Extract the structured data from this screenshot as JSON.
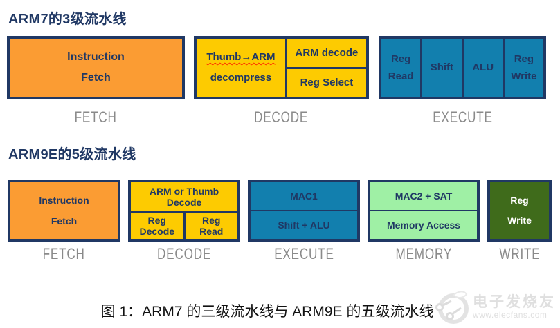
{
  "colors": {
    "navy_border_text": "#203864",
    "orange_fetch": "#FB9C33",
    "yellow_decode": "#FDCB01",
    "blue_execute": "#127FAE",
    "light_green_memory": "#9FF0A5",
    "dark_green_write": "#3F6B1B",
    "stage_label_gray": "#8A8A8A",
    "squiggle_red": "#FF2D00"
  },
  "arm7": {
    "title": "ARM7的3级流水线",
    "fetch": {
      "text": "Instruction\nFetch",
      "stage_label": "FETCH"
    },
    "decode": {
      "thumb_arm": "Thumb→ARM",
      "decompress": "decompress",
      "arm_decode": "ARM decode",
      "reg_select": "Reg Select",
      "stage_label": "DECODE"
    },
    "execute": {
      "cells": [
        "Reg\nRead",
        "Shift",
        "ALU",
        "Reg\nWrite"
      ],
      "stage_label": "EXECUTE"
    }
  },
  "arm9e": {
    "title": "ARM9E的5级流水线",
    "fetch": {
      "text": "Instruction\nFetch",
      "stage_label": "FETCH"
    },
    "decode": {
      "top": "ARM or Thumb\nDecode",
      "bottom_left": "Reg\nDecode",
      "bottom_right": "Reg\nRead",
      "stage_label": "DECODE"
    },
    "execute": {
      "top": "MAC1",
      "bottom": "Shift + ALU",
      "stage_label": "EXECUTE"
    },
    "memory": {
      "top": "MAC2 + SAT",
      "bottom": "Memory Access",
      "stage_label": "MEMORY"
    },
    "write": {
      "text": "Reg\nWrite",
      "stage_label": "WRITE"
    }
  },
  "caption": "图 1：ARM7 的三级流水线与 ARM9E 的五级流水线",
  "watermark": {
    "site_name": "电子发烧友",
    "site_url": "www.elecfans.com"
  }
}
